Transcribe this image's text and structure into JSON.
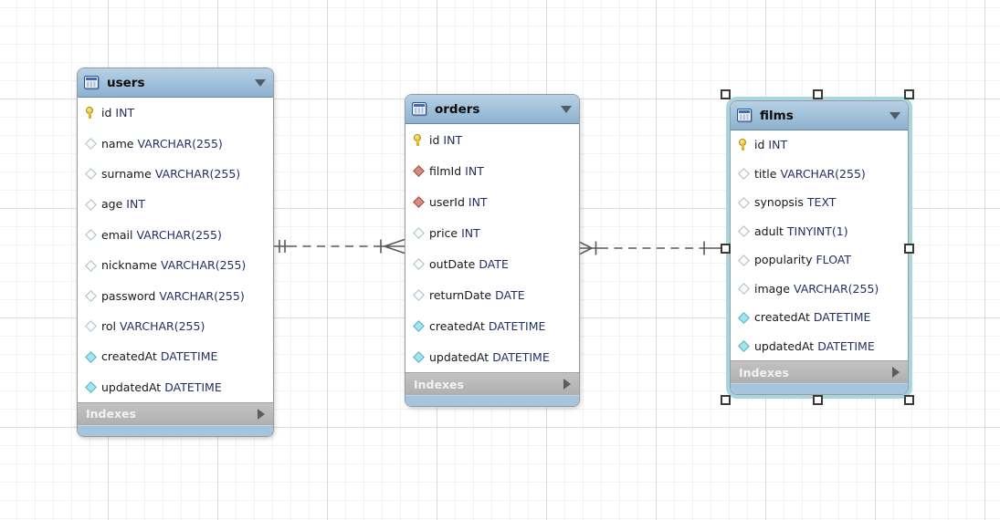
{
  "canvas": {
    "type": "EER diagram",
    "grid": "on"
  },
  "colors": {
    "table_header_blue": "#9ec0da",
    "table_footer_blue": "#a6c5dc",
    "indexes_bar_gray": "#b9b9b9",
    "primary_key_yellow": "#e9c72f",
    "foreign_key_red": "#d8897f",
    "notnull_cyan": "#9fe6ef",
    "nullable_white": "#ffffff",
    "selection_cyan": "#a8d6e0",
    "relationship_line_gray": "#595959"
  },
  "tables": [
    {
      "name": "users",
      "footer_label": "Indexes",
      "selected": false,
      "columns": [
        {
          "icon": "primary-key-icon",
          "name": "id",
          "type": "INT"
        },
        {
          "icon": "nullable-diamond-icon",
          "name": "name",
          "type": "VARCHAR(255)"
        },
        {
          "icon": "nullable-diamond-icon",
          "name": "surname",
          "type": "VARCHAR(255)"
        },
        {
          "icon": "nullable-diamond-icon",
          "name": "age",
          "type": "INT"
        },
        {
          "icon": "nullable-diamond-icon",
          "name": "email",
          "type": "VARCHAR(255)"
        },
        {
          "icon": "nullable-diamond-icon",
          "name": "nickname",
          "type": "VARCHAR(255)"
        },
        {
          "icon": "nullable-diamond-icon",
          "name": "password",
          "type": "VARCHAR(255)"
        },
        {
          "icon": "nullable-diamond-icon",
          "name": "rol",
          "type": "VARCHAR(255)"
        },
        {
          "icon": "notnull-diamond-icon",
          "name": "createdAt",
          "type": "DATETIME"
        },
        {
          "icon": "notnull-diamond-icon",
          "name": "updatedAt",
          "type": "DATETIME"
        }
      ]
    },
    {
      "name": "orders",
      "footer_label": "Indexes",
      "selected": false,
      "columns": [
        {
          "icon": "primary-key-icon",
          "name": "id",
          "type": "INT"
        },
        {
          "icon": "foreign-key-diamond-icon",
          "name": "filmId",
          "type": "INT"
        },
        {
          "icon": "foreign-key-diamond-icon",
          "name": "userId",
          "type": "INT"
        },
        {
          "icon": "nullable-diamond-icon",
          "name": "price",
          "type": "INT"
        },
        {
          "icon": "nullable-diamond-icon",
          "name": "outDate",
          "type": "DATE"
        },
        {
          "icon": "nullable-diamond-icon",
          "name": "returnDate",
          "type": "DATE"
        },
        {
          "icon": "notnull-diamond-icon",
          "name": "createdAt",
          "type": "DATETIME"
        },
        {
          "icon": "notnull-diamond-icon",
          "name": "updatedAt",
          "type": "DATETIME"
        }
      ]
    },
    {
      "name": "films",
      "footer_label": "Indexes",
      "selected": true,
      "columns": [
        {
          "icon": "primary-key-icon",
          "name": "id",
          "type": "INT"
        },
        {
          "icon": "nullable-diamond-icon",
          "name": "title",
          "type": "VARCHAR(255)"
        },
        {
          "icon": "nullable-diamond-icon",
          "name": "synopsis",
          "type": "TEXT"
        },
        {
          "icon": "nullable-diamond-icon",
          "name": "adult",
          "type": "TINYINT(1)"
        },
        {
          "icon": "nullable-diamond-icon",
          "name": "popularity",
          "type": "FLOAT"
        },
        {
          "icon": "nullable-diamond-icon",
          "name": "image",
          "type": "VARCHAR(255)"
        },
        {
          "icon": "notnull-diamond-icon",
          "name": "createdAt",
          "type": "DATETIME"
        },
        {
          "icon": "notnull-diamond-icon",
          "name": "updatedAt",
          "type": "DATETIME"
        }
      ]
    }
  ],
  "relationships": [
    {
      "from": "users",
      "to": "orders",
      "from_cardinality": "one",
      "to_cardinality": "many",
      "line_style": "dashed"
    },
    {
      "from": "orders",
      "to": "films",
      "from_cardinality": "many",
      "to_cardinality": "one",
      "line_style": "dashed"
    }
  ]
}
